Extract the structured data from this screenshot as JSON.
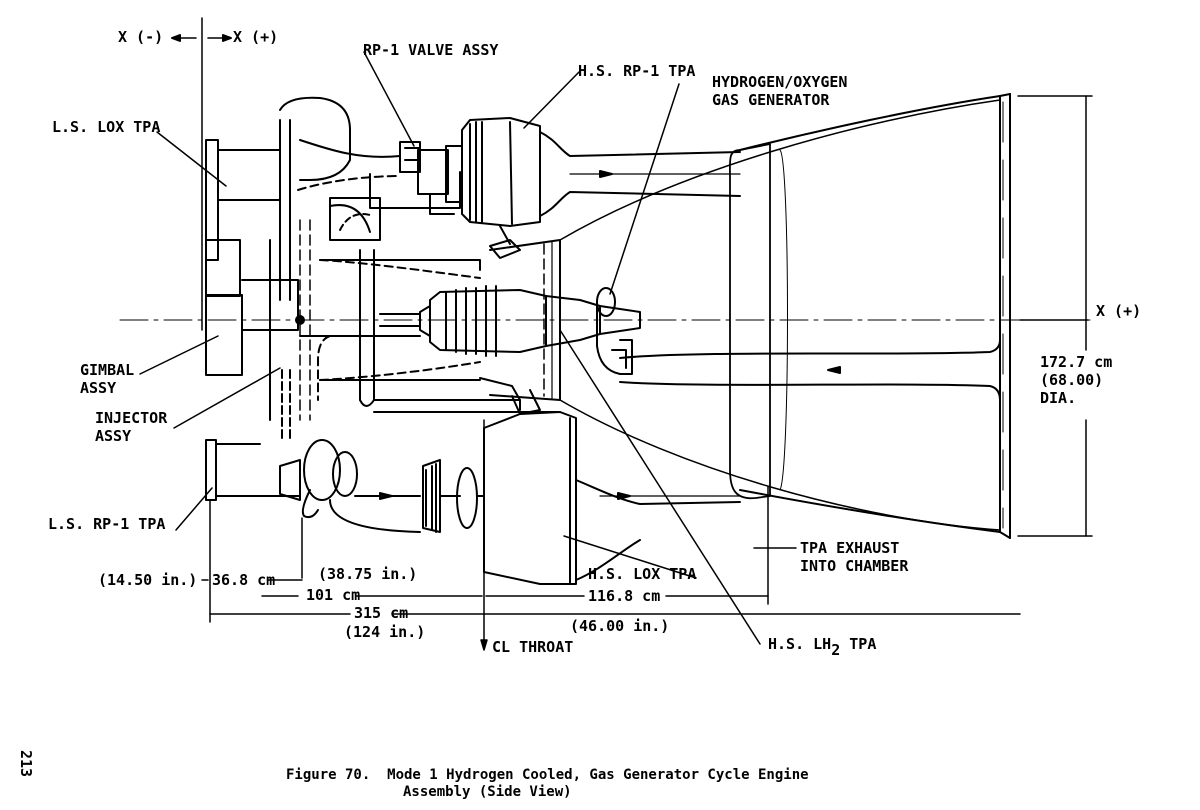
{
  "axis": {
    "x_minus": "X (-)",
    "x_plus_top": "X (+)",
    "x_plus_right": "X (+)"
  },
  "labels": {
    "ls_lox_tpa": "L.S. LOX TPA",
    "rp1_valve_assy": "RP-1 VALVE ASSY",
    "hs_rp1_tpa": "H.S. RP-1 TPA",
    "gas_generator_line1": "HYDROGEN/OXYGEN",
    "gas_generator_line2": "GAS GENERATOR",
    "gimbal_line1": "GIMBAL",
    "gimbal_line2": "ASSY",
    "injector_line1": "INJECTOR",
    "injector_line2": "ASSY",
    "ls_rp1_tpa": "L.S. RP-1 TPA",
    "tpa_exhaust_line1": "TPA EXHAUST",
    "tpa_exhaust_line2": "INTO CHAMBER",
    "hs_lox_tpa": "H.S. LOX TPA",
    "hs_lh2_tpa_prefix": "H.S. LH",
    "hs_lh2_tpa_sub": "2",
    "hs_lh2_tpa_suffix": " TPA",
    "cl_throat": "CL THROAT"
  },
  "dimensions": {
    "diameter_cm": "172.7 cm",
    "diameter_in": "(68.00)",
    "diameter_unit": "DIA.",
    "d1_in": "(14.50 in.)",
    "d1_cm": "36.8 cm",
    "d2_in": "(38.75 in.)",
    "d2_cm": "101 cm",
    "d3_cm": "116.8 cm",
    "d3_in": "(46.00 in.)",
    "d4_cm": "315 cm",
    "d4_in": "(124 in.)"
  },
  "page_number": "213",
  "caption": {
    "line1": "Figure 70.  Mode 1 Hydrogen Cooled, Gas Generator Cycle Engine",
    "line2": "Assembly (Side View)"
  }
}
